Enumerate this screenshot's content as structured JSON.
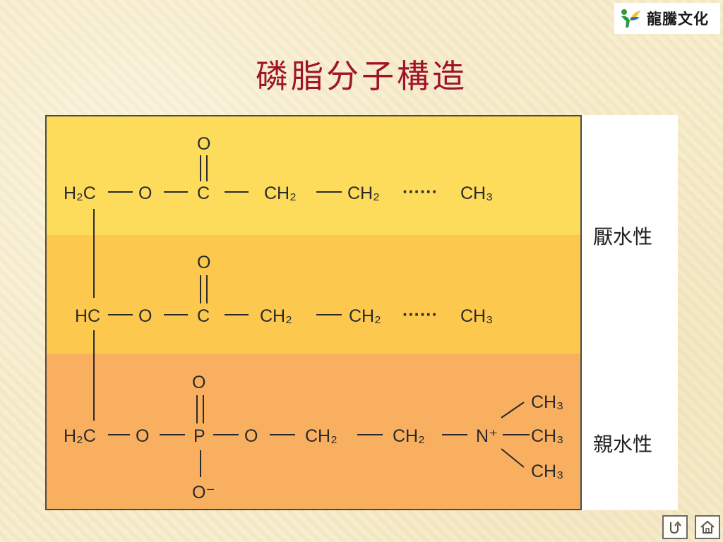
{
  "title": "磷脂分子構造",
  "logo": {
    "text": "龍騰文化",
    "icon": "leaf-person-logo-icon"
  },
  "labels": {
    "hydrophobic": "厭水性",
    "hydrophilic": "親水性"
  },
  "molecule": {
    "row1": {
      "head": "H₂C",
      "o1": "O",
      "carbonyl_o": "O",
      "c": "C",
      "ch2a": "CH₂",
      "ch2b": "CH₂",
      "dots": "······",
      "ch3": "CH₃"
    },
    "row2": {
      "head": "HC",
      "o1": "O",
      "carbonyl_o": "O",
      "c": "C",
      "ch2a": "CH₂",
      "ch2b": "CH₂",
      "dots": "······",
      "ch3": "CH₃"
    },
    "row3": {
      "head": "H₂C",
      "o1": "O",
      "top_o": "O",
      "p": "P",
      "o2": "O",
      "ch2a": "CH₂",
      "ch2b": "CH₂",
      "n": "N⁺",
      "ch3_top": "CH₃",
      "ch3_mid": "CH₃",
      "ch3_bot": "CH₃",
      "bottom_o": "O⁻"
    }
  },
  "nav": {
    "back_icon": "return-icon",
    "home_icon": "home-icon"
  },
  "colors": {
    "title": "#a0142a",
    "band1": "#fddc5c",
    "band2": "#fcc84e",
    "band3": "#f8b060"
  }
}
